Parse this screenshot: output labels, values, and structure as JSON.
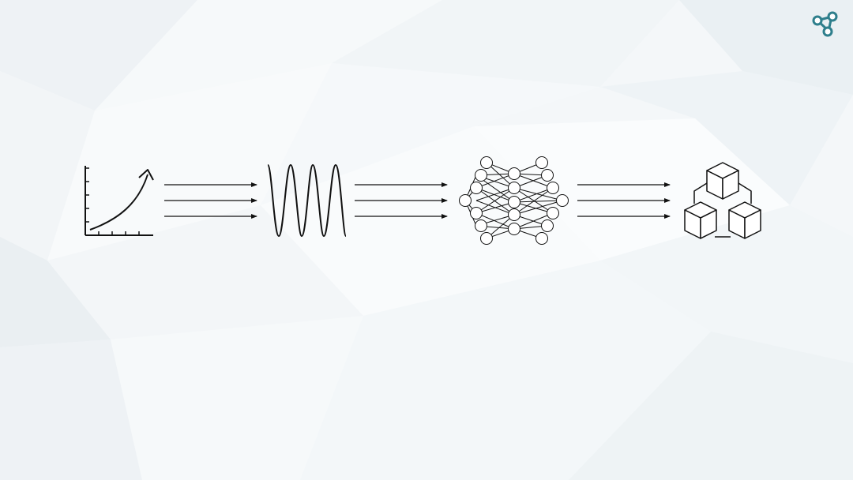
{
  "slide": {
    "background_colors": [
      "#f4f7f9",
      "#eef3f6",
      "#f9fbfc"
    ],
    "line_color": "#111111",
    "logo_color": "#2f7f8c"
  },
  "diagram": {
    "nodes": [
      {
        "id": "growth",
        "icon": "growth-chart-icon"
      },
      {
        "id": "signal",
        "icon": "sine-wave-icon"
      },
      {
        "id": "model",
        "icon": "neural-network-icon"
      },
      {
        "id": "output",
        "icon": "cubes-icon"
      }
    ],
    "connectors": [
      {
        "from": "growth",
        "to": "signal",
        "arrow_count": 3
      },
      {
        "from": "signal",
        "to": "model",
        "arrow_count": 3
      },
      {
        "from": "model",
        "to": "output",
        "arrow_count": 3
      }
    ]
  },
  "logo": {
    "icon": "network-logo-icon"
  }
}
